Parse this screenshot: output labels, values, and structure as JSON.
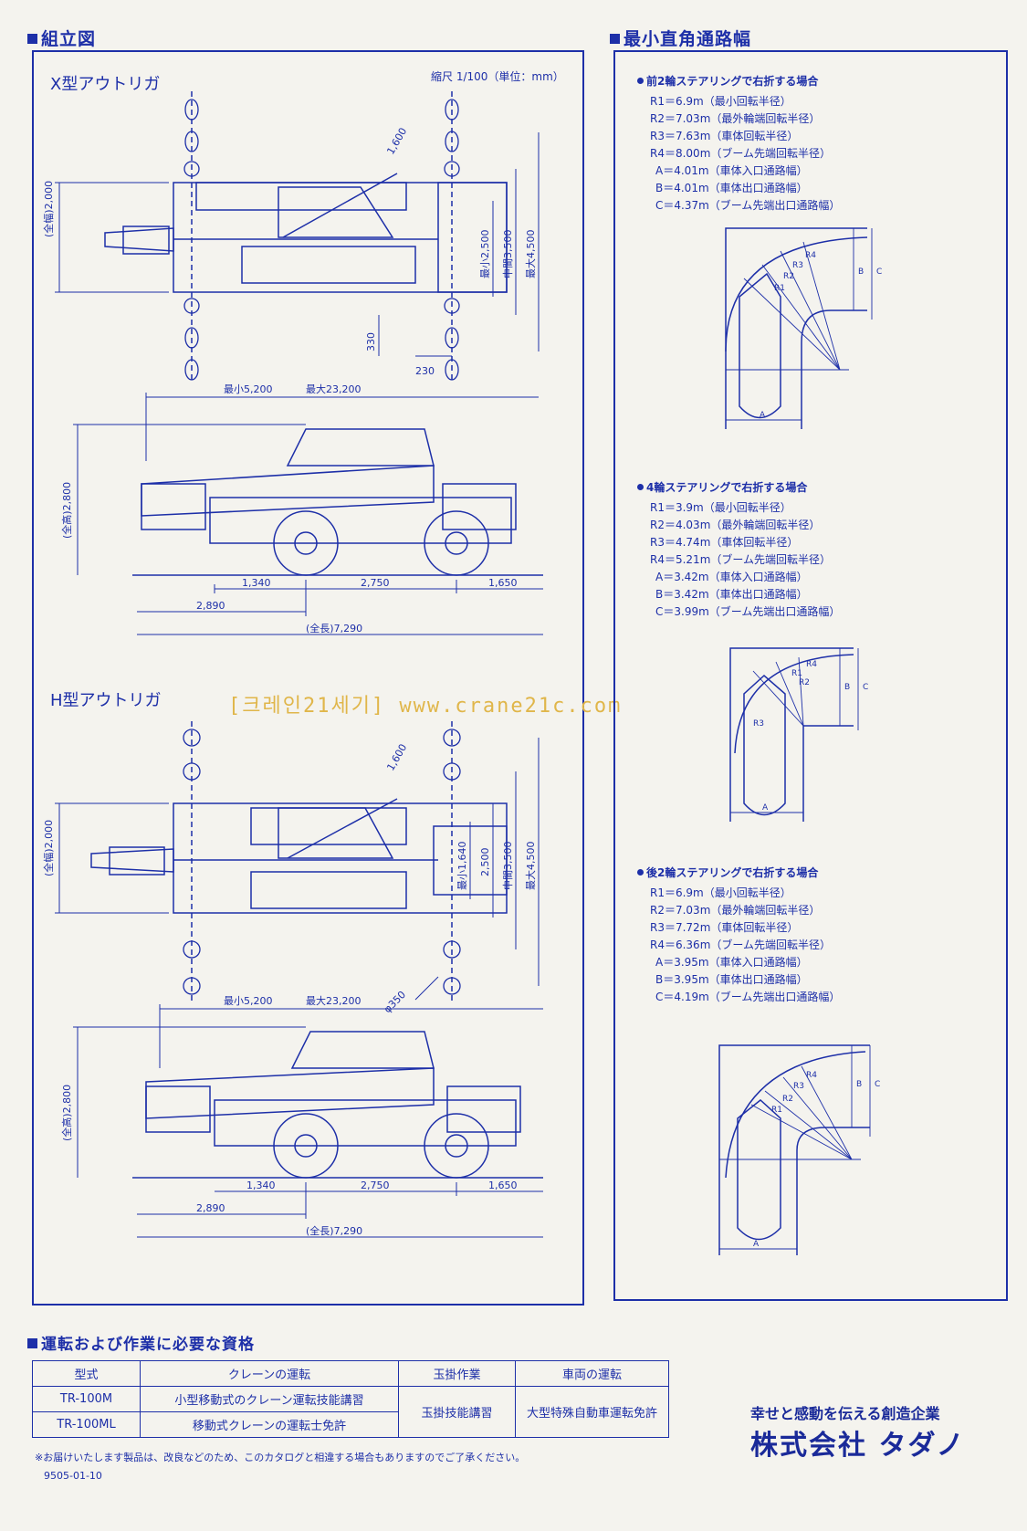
{
  "assembly": {
    "title": "組立図",
    "x_outrigger": {
      "heading": "X型アウトリガ",
      "scale": "縮尺 1/100（単位：mm）",
      "top_view": {
        "dim_1600": "1,600",
        "dim_total_width": "(全幅)2,000",
        "dim_min": "最小2,500",
        "dim_mid": "中間3,500",
        "dim_max": "最大4,500",
        "dim_330": "330",
        "dim_230": "230"
      },
      "side_view": {
        "boom_min": "最小5,200",
        "boom_max": "最大23,200",
        "total_height": "(全高)2,800",
        "d1": "1,340",
        "d2": "2,750",
        "d3": "1,650",
        "d4": "2,890",
        "total_length": "(全長)7,290"
      }
    },
    "h_outrigger": {
      "heading": "H型アウトリガ",
      "top_view": {
        "dim_1600": "1,600",
        "dim_total_width": "(全幅)2,000",
        "dim_min": "最小1,640",
        "dim_2500": "2,500",
        "dim_mid": "中間3,500",
        "dim_max": "最大4,500",
        "dim_phi": "φ350"
      },
      "side_view": {
        "boom_min": "最小5,200",
        "boom_max": "最大23,200",
        "total_height": "(全高)2,800",
        "d1": "1,340",
        "d2": "2,750",
        "d3": "1,650",
        "d4": "2,890",
        "total_length": "(全長)7,290"
      }
    }
  },
  "watermark": "[크레인21세기] www.crane21c.com",
  "turning": {
    "title": "最小直角通路幅",
    "cases": [
      {
        "heading": "前2輪ステアリングで右折する場合",
        "lines": [
          "R1＝6.9m（最小回転半径）",
          "R2＝7.03m（最外輪端回転半径）",
          "R3＝7.63m（車体回転半径）",
          "R4＝8.00m（ブーム先端回転半径）",
          "A＝4.01m（車体入口通路幅）",
          "B＝4.01m（車体出口通路幅）",
          "C＝4.37m（ブーム先端出口通路幅）"
        ]
      },
      {
        "heading": "4輪ステアリングで右折する場合",
        "lines": [
          "R1＝3.9m（最小回転半径）",
          "R2＝4.03m（最外輪端回転半径）",
          "R3＝4.74m（車体回転半径）",
          "R4＝5.21m（ブーム先端回転半径）",
          "A＝3.42m（車体入口通路幅）",
          "B＝3.42m（車体出口通路幅）",
          "C＝3.99m（ブーム先端出口通路幅）"
        ]
      },
      {
        "heading": "後2輪ステアリングで右折する場合",
        "lines": [
          "R1＝6.9m（最小回転半径）",
          "R2＝7.03m（最外輪端回転半径）",
          "R3＝7.72m（車体回転半径）",
          "R4＝6.36m（ブーム先端回転半径）",
          "A＝3.95m（車体入口通路幅）",
          "B＝3.95m（車体出口通路幅）",
          "C＝4.19m（ブーム先端出口通路幅）"
        ]
      }
    ],
    "labels": {
      "a": "A",
      "b": "B",
      "c": "C",
      "r1": "R1",
      "r2": "R2",
      "r3": "R3",
      "r4": "R4"
    }
  },
  "qualification": {
    "title": "運転および作業に必要な資格",
    "headers": [
      "型式",
      "クレーンの運転",
      "玉掛作業",
      "車両の運転"
    ],
    "rows": [
      [
        "TR-100M",
        "小型移動式のクレーン運転技能講習"
      ],
      [
        "TR-100ML",
        "移動式クレーンの運転士免許"
      ]
    ],
    "sling": "玉掛技能講習",
    "vehicle": "大型特殊自動車運転免許"
  },
  "footer": {
    "note": "※お届けいたします製品は、改良などのため、このカタログと相違する場合もありますのでご了承ください。",
    "code": "9505-01-10",
    "slogan": "幸せと感動を伝える創造企業",
    "company": "株式会社 タダノ"
  }
}
